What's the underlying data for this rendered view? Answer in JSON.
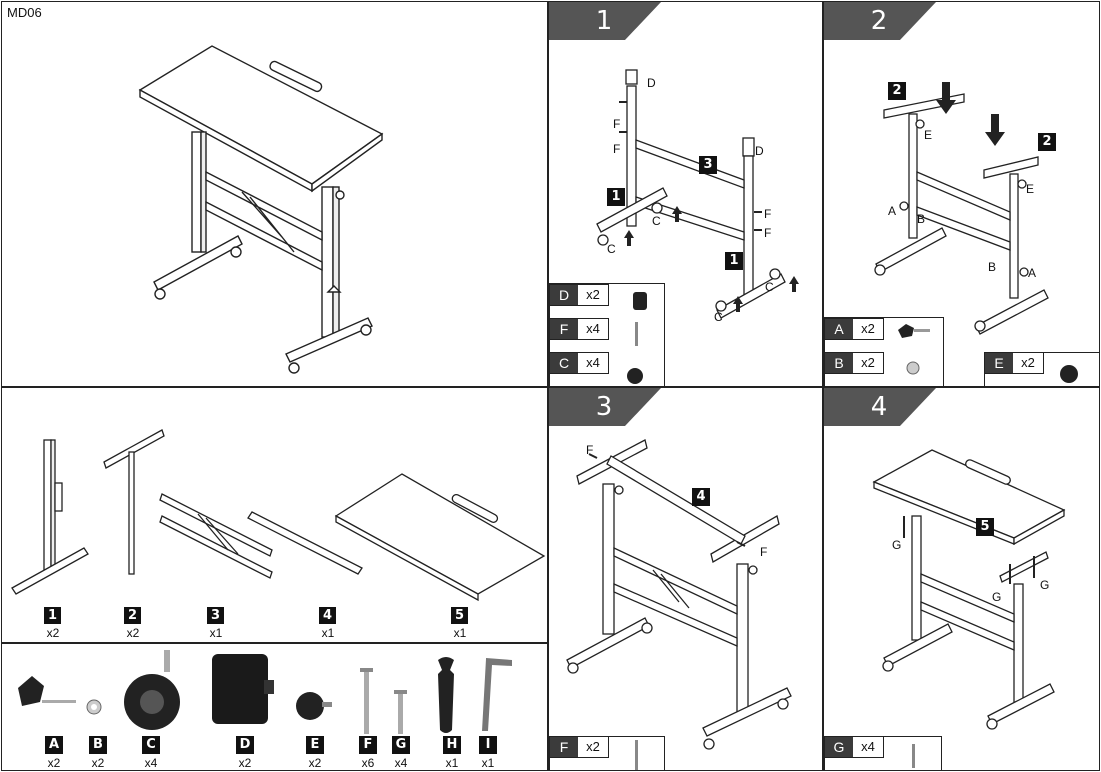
{
  "model_code": "MD06",
  "steps": [
    {
      "number": "1",
      "labels": {
        "d": "D",
        "f": "F",
        "c": "C"
      },
      "badges": [
        "1",
        "3"
      ],
      "legend": [
        {
          "letter": "D",
          "qty": "x2"
        },
        {
          "letter": "F",
          "qty": "x4"
        },
        {
          "letter": "C",
          "qty": "x4"
        }
      ]
    },
    {
      "number": "2",
      "labels": {
        "a": "A",
        "b": "B",
        "e": "E"
      },
      "badges": [
        "2"
      ],
      "legend": [
        {
          "letter": "A",
          "qty": "x2"
        },
        {
          "letter": "B",
          "qty": "x2"
        },
        {
          "letter": "E",
          "qty": "x2"
        }
      ]
    },
    {
      "number": "3",
      "labels": {
        "f": "F"
      },
      "badges": [
        "4"
      ],
      "legend": [
        {
          "letter": "F",
          "qty": "x2"
        }
      ]
    },
    {
      "number": "4",
      "labels": {
        "g": "G"
      },
      "badges": [
        "5"
      ],
      "legend": [
        {
          "letter": "G",
          "qty": "x4"
        }
      ]
    }
  ],
  "parts": [
    {
      "id": "1",
      "qty": "x2"
    },
    {
      "id": "2",
      "qty": "x2"
    },
    {
      "id": "3",
      "qty": "x1"
    },
    {
      "id": "4",
      "qty": "x1"
    },
    {
      "id": "5",
      "qty": "x1"
    }
  ],
  "hardware": [
    {
      "letter": "A",
      "qty": "x2",
      "icon": "knob-bolt-icon"
    },
    {
      "letter": "B",
      "qty": "x2",
      "icon": "nut-icon"
    },
    {
      "letter": "C",
      "qty": "x4",
      "icon": "caster-wheel-icon"
    },
    {
      "letter": "D",
      "qty": "x2",
      "icon": "end-cap-icon"
    },
    {
      "letter": "E",
      "qty": "x2",
      "icon": "knob-icon"
    },
    {
      "letter": "F",
      "qty": "x6",
      "icon": "long-screw-icon"
    },
    {
      "letter": "G",
      "qty": "x4",
      "icon": "short-screw-icon"
    },
    {
      "letter": "H",
      "qty": "x1",
      "icon": "wrench-icon"
    },
    {
      "letter": "I",
      "qty": "x1",
      "icon": "allen-key-icon"
    }
  ],
  "colors": {
    "tab": "#555555",
    "legend_key": "#3b3b3b",
    "line": "#222222"
  }
}
